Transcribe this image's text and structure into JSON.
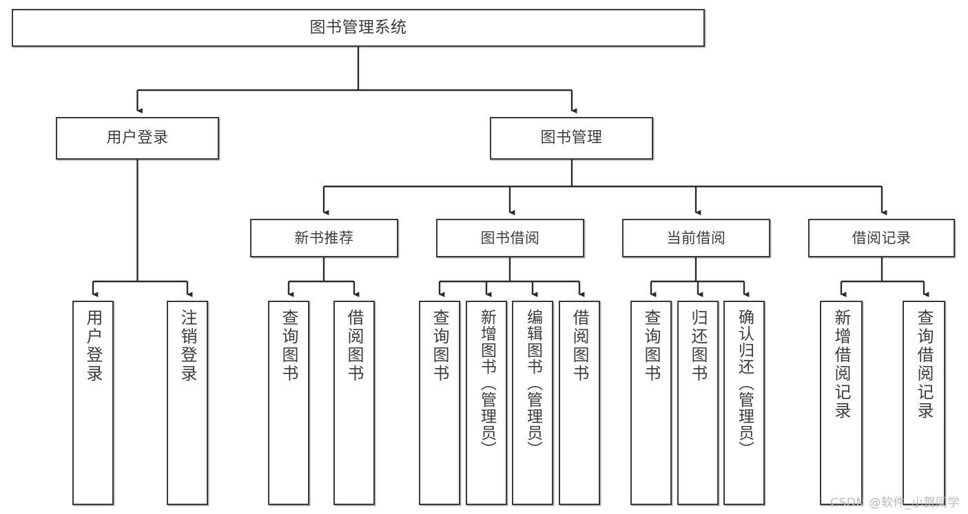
{
  "diagram": {
    "title": "图书管理系统",
    "type": "tree",
    "watermark": "CSDN @软件_小贺同学",
    "colors": {
      "box_border": "#3a3a3a",
      "box_fill": "#ffffff",
      "text": "#3c3c3c",
      "edge": "#2b2b2b",
      "watermark": "#b9b9b9",
      "background": "#ffffff"
    },
    "root": {
      "label": "图书管理系统"
    },
    "level2": [
      {
        "label": "用户登录"
      },
      {
        "label": "图书管理"
      }
    ],
    "level3": [
      {
        "label": "新书推荐"
      },
      {
        "label": "图书借阅"
      },
      {
        "label": "当前借阅"
      },
      {
        "label": "借阅记录"
      }
    ],
    "leaves": {
      "user_login": [
        {
          "label": "用户登录"
        },
        {
          "label": "注销登录"
        }
      ],
      "new_book_recommend": [
        {
          "label": "查询图书"
        },
        {
          "label": "借阅图书"
        }
      ],
      "book_borrow": [
        {
          "label": "查询图书"
        },
        {
          "label": "新增图书（管理员）"
        },
        {
          "label": "编辑图书（管理员）"
        },
        {
          "label": "借阅图书"
        }
      ],
      "current_borrow": [
        {
          "label": "查询图书"
        },
        {
          "label": "归还图书"
        },
        {
          "label": "确认归还（管理员）"
        }
      ],
      "borrow_record": [
        {
          "label": "新增借阅记录"
        },
        {
          "label": "查询借阅记录"
        }
      ]
    }
  }
}
